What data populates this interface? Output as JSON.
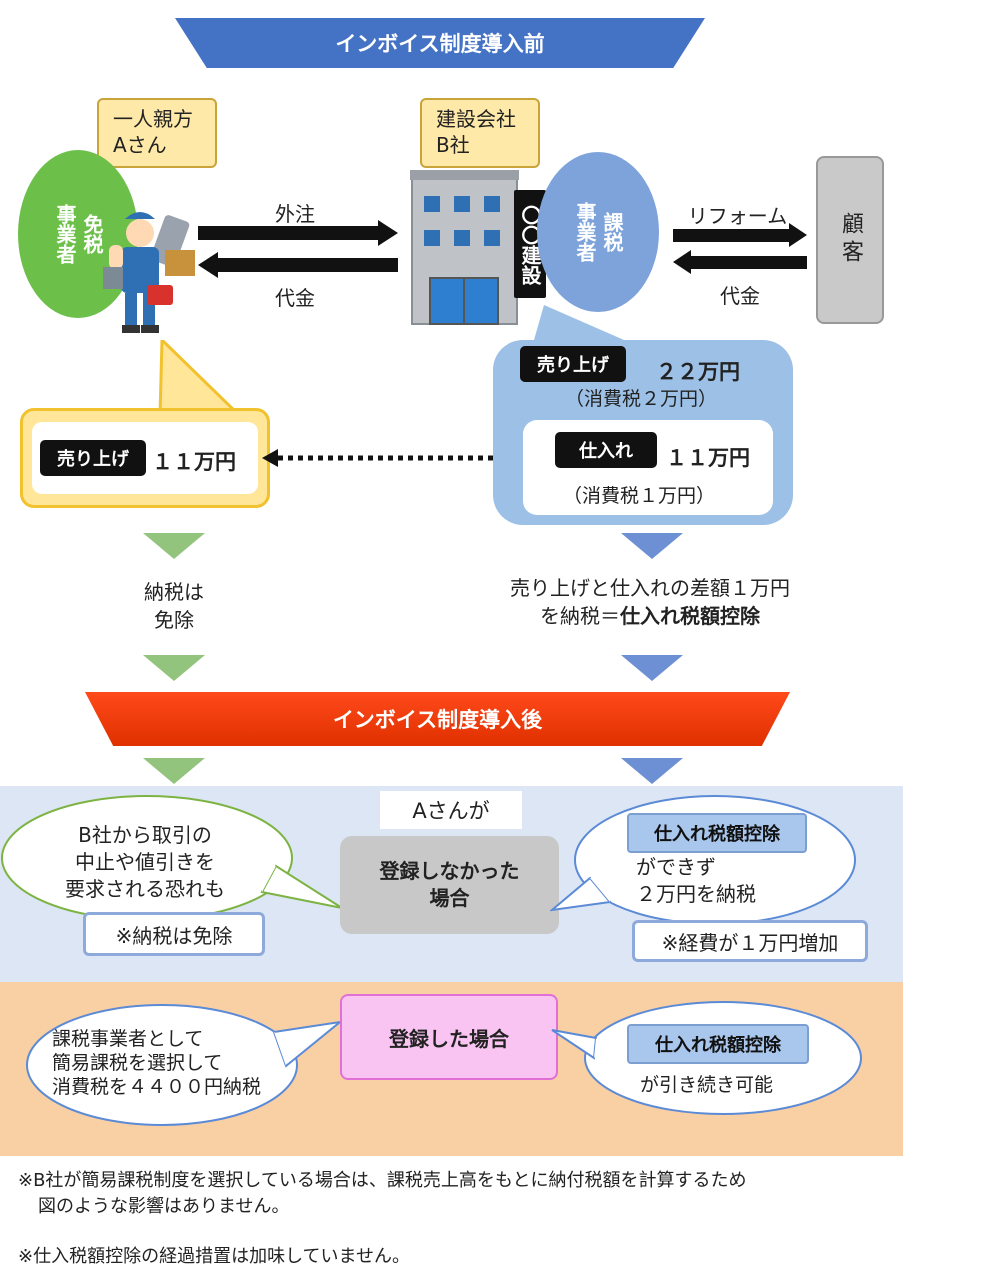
{
  "banner_before": "インボイス制度導入前",
  "banner_after": "インボイス制度導入後",
  "person_a": {
    "name": "一人親方\nAさん",
    "status": "免税\n事業者"
  },
  "company_b": {
    "name": "建設会社\nB社",
    "sign": "〇〇建設",
    "status": "課税\n事業者"
  },
  "customer": "顧客",
  "flows": {
    "outsource": "外注",
    "payment_left": "代金",
    "reform": "リフォーム",
    "payment_right": "代金"
  },
  "a_box": {
    "badge": "売り上げ",
    "amount": "１１万円"
  },
  "b_box": {
    "sales_badge": "売り上げ",
    "sales_amount": "２２万円",
    "sales_tax": "（消費税２万円）",
    "purchase_badge": "仕入れ",
    "purchase_amount": "１１万円",
    "purchase_tax": "（消費税１万円）"
  },
  "a_result": "納税は\n免除",
  "b_result_line1": "売り上げと仕入れの差額１万円",
  "b_result_line2_prefix": "を納税＝",
  "b_result_line2_bold": "仕入れ税額控除",
  "after": {
    "header": "Aさんが",
    "not_registered": {
      "case": "登録しなかった\n場合",
      "left_bubble": "B社から取引の\n中止や値引きを\n要求される恐れも",
      "left_note": "※納税は免除",
      "right_badge": "仕入れ税額控除",
      "right_text": "ができず\n２万円を納税",
      "right_note": "※経費が１万円増加"
    },
    "registered": {
      "case": "登録した場合",
      "left_bubble": "課税事業者として\n簡易課税を選択して\n消費税を４４００円納税",
      "right_badge": "仕入れ税額控除",
      "right_text": "が引き続き可能"
    }
  },
  "footnotes": {
    "note1_line1": "※B社が簡易課税制度を選択している場合は、課税売上高をもとに納付税額を計算するため",
    "note1_line2": "図のような影響はありません。",
    "note2": "※仕入税額控除の経過措置は加味していません。"
  },
  "colors": {
    "banner_before": "#4472c4",
    "banner_after": "#ff3300",
    "person_green": "#6cc04a",
    "company_blue": "#7da3da",
    "light_blue_panel": "#dce6f4",
    "light_orange_panel": "#f9cfa4",
    "pink": "#f9c4f2"
  }
}
